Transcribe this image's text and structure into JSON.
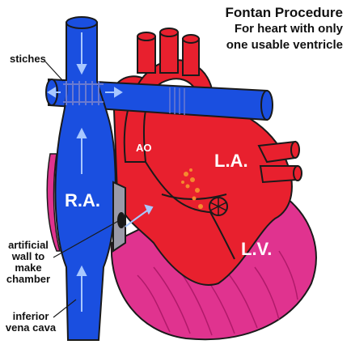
{
  "title": {
    "main": "Fontan Procedure",
    "line2": "For heart with only",
    "line3": "one usable ventricle"
  },
  "labels": {
    "stiches": "stiches",
    "artificial_wall": [
      "artificial",
      "wall to",
      "make",
      "chamber"
    ],
    "inferior_vena_cava": [
      "inferior",
      "vena cava"
    ],
    "ra": "R.A.",
    "la": "L.A.",
    "lv": "L.V.",
    "ao": "AO"
  },
  "colors": {
    "vein_blue": "#1a4fe0",
    "heart_red": "#e8202e",
    "muscle_pink": "#e0338f",
    "outline": "#1a1a1a"
  }
}
